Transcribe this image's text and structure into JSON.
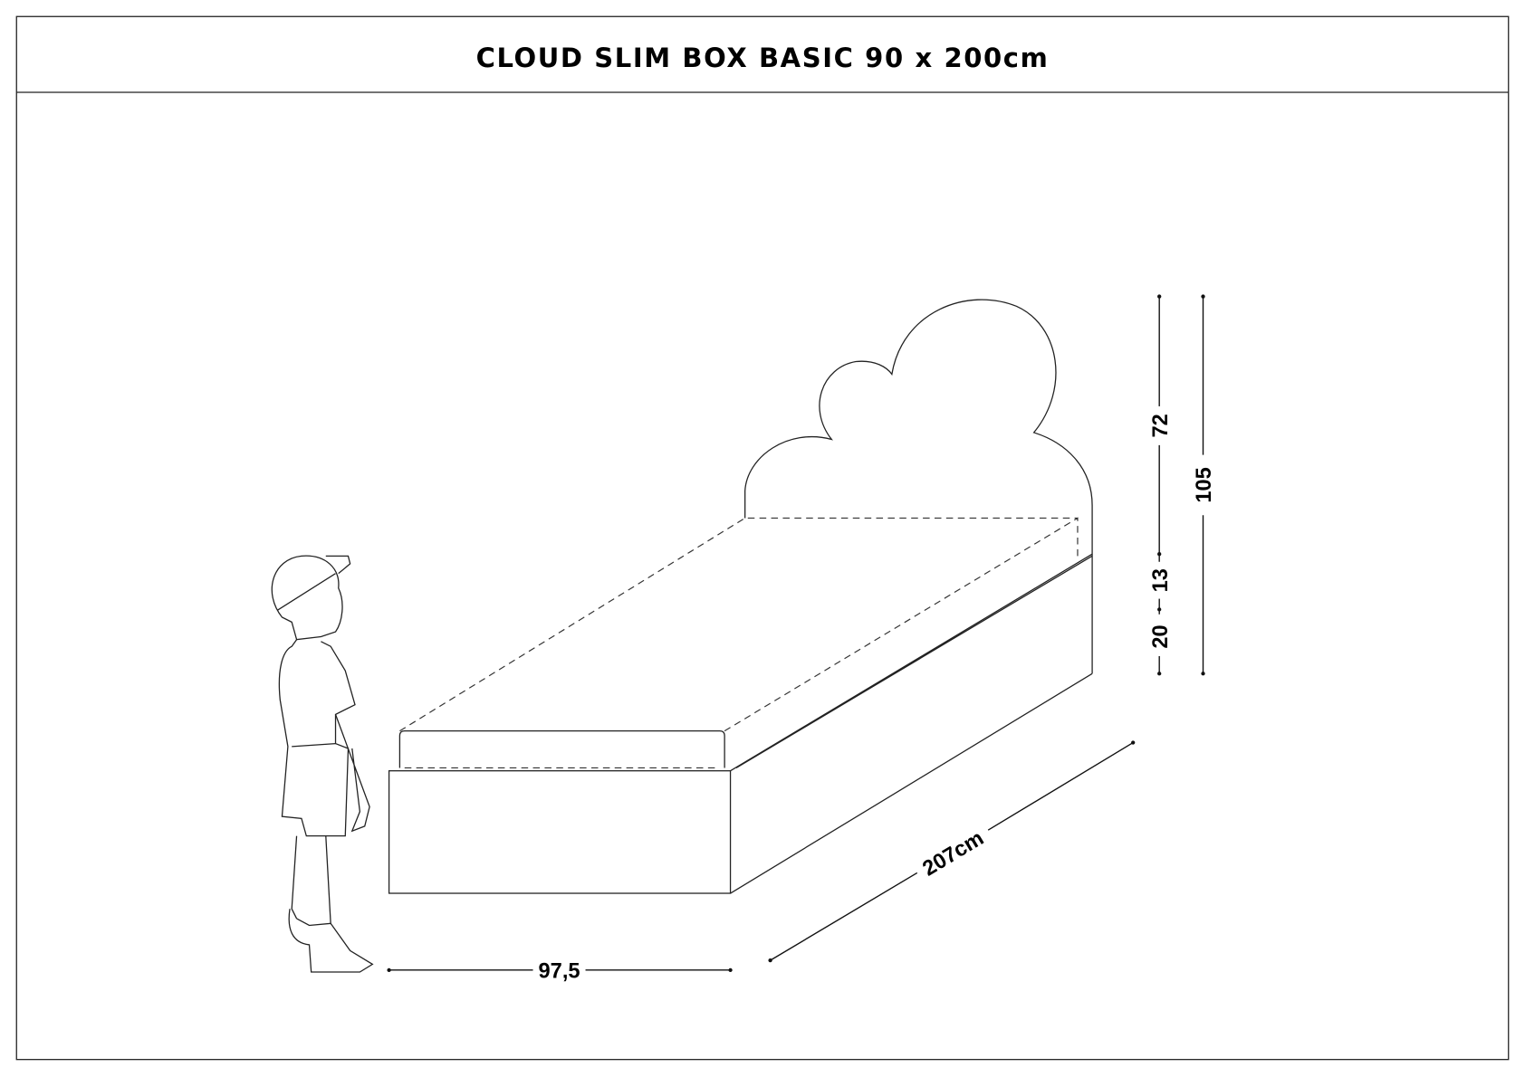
{
  "title": "CLOUD SLIM BOX BASIC 90 x 200cm",
  "dimensions": {
    "width": "97,5",
    "length": "207cm",
    "headboard_height": "72",
    "mattress_height": "13",
    "base_height": "20",
    "total_height": "105"
  }
}
